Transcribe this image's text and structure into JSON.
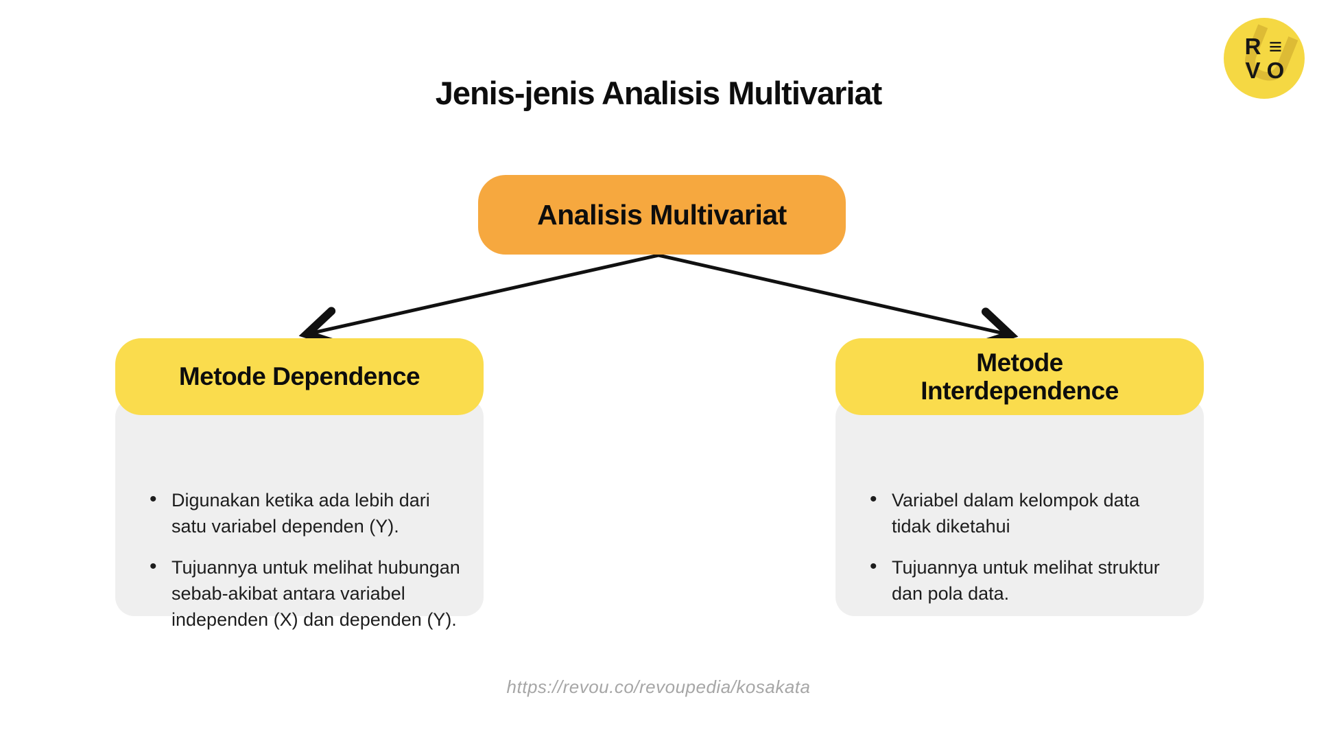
{
  "page": {
    "title": "Jenis-jenis Analisis Multivariat",
    "footer_url": "https://revou.co/revoupedia/kosakata"
  },
  "logo": {
    "name": "RevoU",
    "letters": [
      "R",
      "≡",
      "V",
      "O"
    ],
    "watermark": "U"
  },
  "colors": {
    "background": "#FFFFFF",
    "root_node": "#F6A83F",
    "branch_header": "#FADC4D",
    "panel": "#EFEFEF",
    "arrow": "#111111",
    "text": "#161616",
    "footer_text": "#A6A6A6",
    "logo_circle": "#F5D843"
  },
  "diagram": {
    "root": {
      "label": "Analisis Multivariat"
    },
    "branches": [
      {
        "title": "Metode Dependence",
        "bullets": [
          "Digunakan ketika ada lebih dari satu variabel dependen (Y).",
          "Tujuannya untuk melihat hubungan sebab-akibat antara variabel independen (X) dan dependen (Y)."
        ]
      },
      {
        "title": "Metode Interdependence",
        "bullets": [
          "Variabel dalam kelompok data tidak diketahui",
          "Tujuannya untuk melihat struktur dan pola data."
        ]
      }
    ]
  }
}
